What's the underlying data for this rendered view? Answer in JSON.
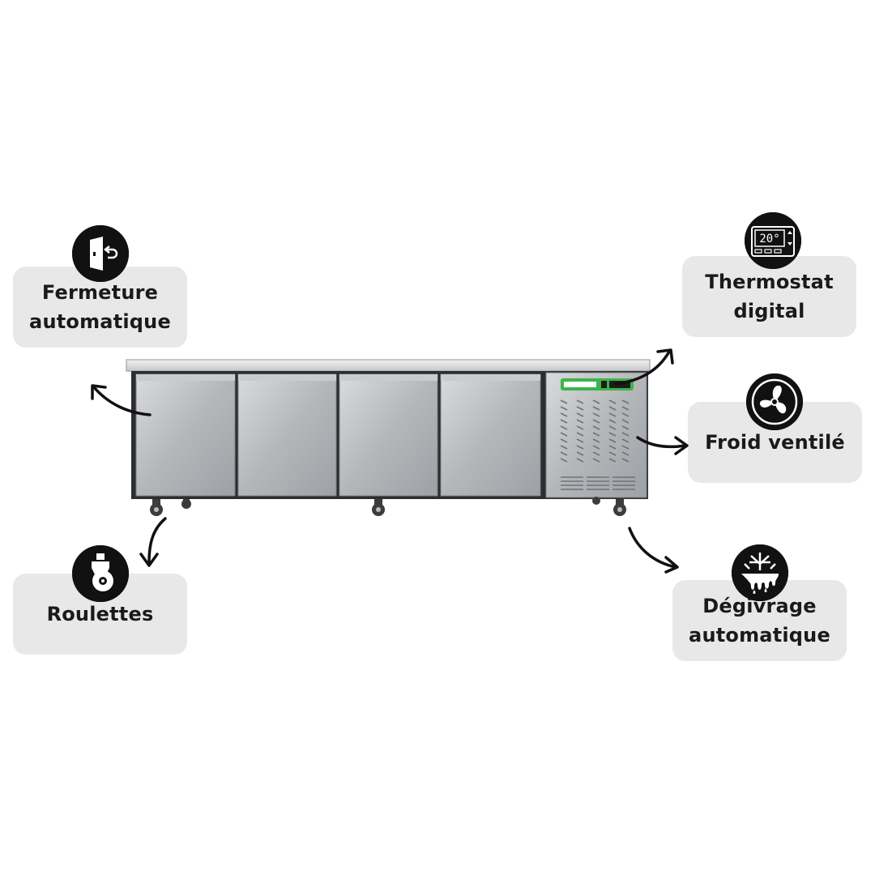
{
  "features": [
    {
      "id": "fermeture",
      "label": "Fermeture\nautomatique",
      "icon": "door-close-icon"
    },
    {
      "id": "thermostat",
      "label": "Thermostat\ndigital",
      "icon": "thermostat-icon",
      "display": "20°"
    },
    {
      "id": "froid",
      "label": "Froid ventilé",
      "icon": "fan-icon"
    },
    {
      "id": "roulettes",
      "label": "Roulettes",
      "icon": "caster-wheel-icon"
    },
    {
      "id": "degivrage",
      "label": "Dégivrage\nautomatique",
      "icon": "defrost-icon"
    }
  ],
  "product": {
    "name": "refrigerated-counter-4-doors",
    "accent": "#3cb44b"
  },
  "colors": {
    "card_bg": "#e8e8e8",
    "icon_bg": "#111111",
    "text": "#1a1a1a"
  }
}
